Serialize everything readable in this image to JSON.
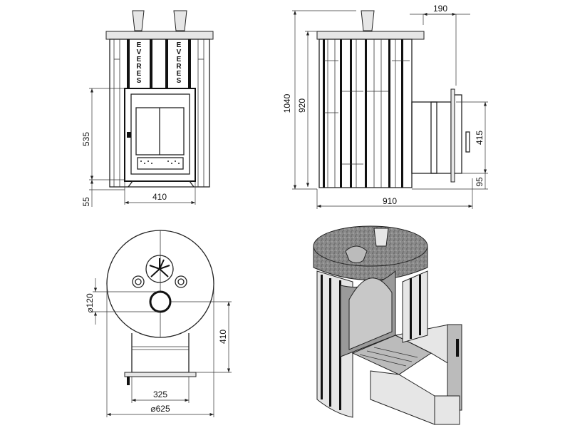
{
  "front_view": {
    "logo_text": "EVERES",
    "dim_door_height": "535",
    "dim_base_height": "55",
    "dim_door_width": "410"
  },
  "side_view": {
    "dim_total_height": "1040",
    "dim_body_height": "920",
    "dim_tunnel_length": "190",
    "dim_tunnel_height": "415",
    "dim_tunnel_base": "95",
    "dim_total_depth": "910"
  },
  "top_view": {
    "dim_chimney_diameter": "⌀120",
    "dim_chimney_offset": "410",
    "dim_tunnel_width": "325",
    "dim_body_diameter": "⌀625"
  }
}
